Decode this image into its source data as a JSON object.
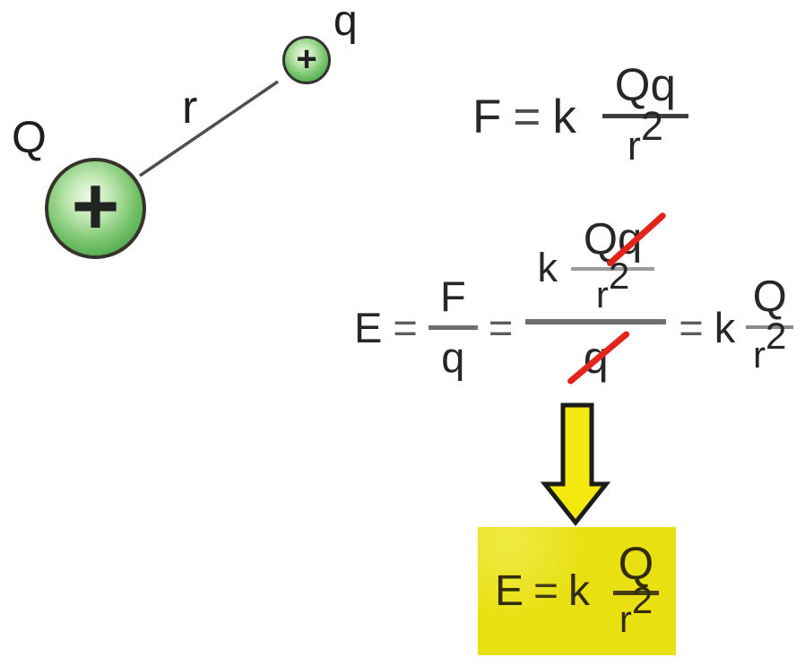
{
  "diagram": {
    "large_charge": "Q",
    "small_charge": "q",
    "distance": "r",
    "plus": "+"
  },
  "force_formula": {
    "lhs": "F",
    "eq": "=",
    "k": "k",
    "num": "Qq",
    "den_base": "r",
    "den_exp": "2"
  },
  "derivation": {
    "lhs": "E",
    "eq1": "=",
    "num1": "F",
    "den1": "q",
    "eq2": "=",
    "k": "k",
    "nested_num_Q": "Q",
    "nested_num_q": "q",
    "nested_den_base": "r",
    "nested_den_exp": "2",
    "outer_den": "q",
    "eq3": "=",
    "k2": "k",
    "final_num": "Q",
    "final_den_base": "r",
    "final_den_exp": "2"
  },
  "result": {
    "lhs": "E",
    "eq": "=",
    "k": "k",
    "num": "Q",
    "den_base": "r",
    "den_exp": "2"
  },
  "colors": {
    "charge_green": "#4aa44a",
    "box_yellow": "#e9e012",
    "arrow_yellow": "#f3e90f",
    "strike_red": "#e2251a"
  }
}
